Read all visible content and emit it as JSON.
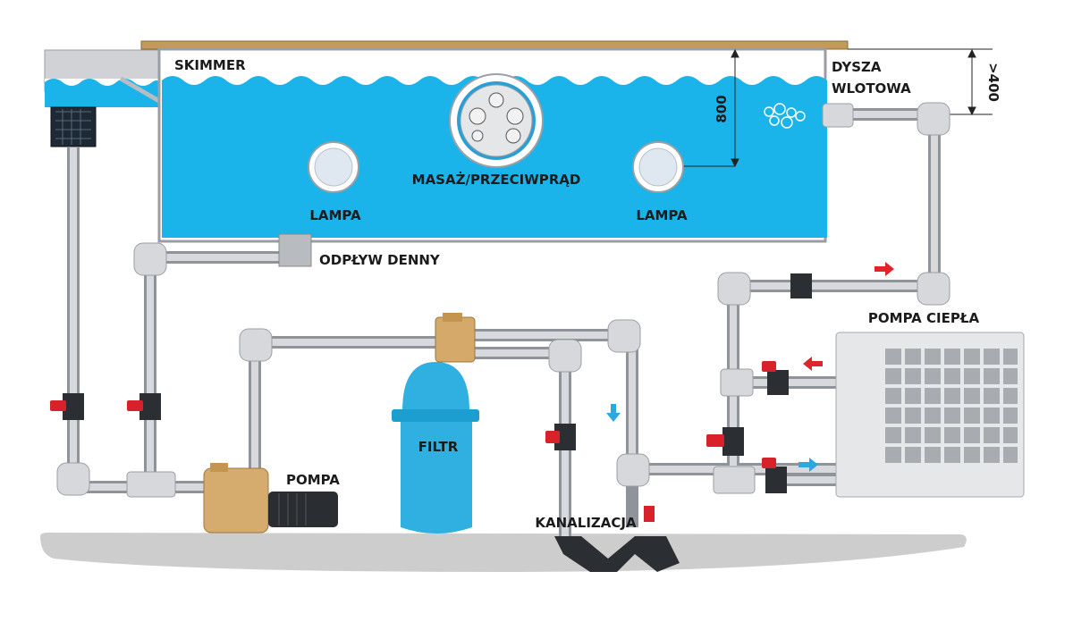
{
  "labels": {
    "skimmer": "SKIMMER",
    "nozzle_line1": "DYSZA",
    "nozzle_line2": "WLOTOWA",
    "min_depth": ">400",
    "depth": "800",
    "massage": "MASAŻ/PRZECIWPRĄD",
    "lamp_left": "LAMPA",
    "lamp_right": "LAMPA",
    "bottom_drain": "ODPŁYW DENNY",
    "heat_pump": "POMPA CIEPŁA",
    "pump": "POMPA",
    "filter": "FILTR",
    "sewer": "KANALIZACJA"
  },
  "colors": {
    "water": "#1ab4ea",
    "pipe": "#a9adb2",
    "valve": "#d8222b",
    "deck": "#c49a5a",
    "flow_hot": "#e0242c",
    "flow_cold": "#29a9df"
  }
}
